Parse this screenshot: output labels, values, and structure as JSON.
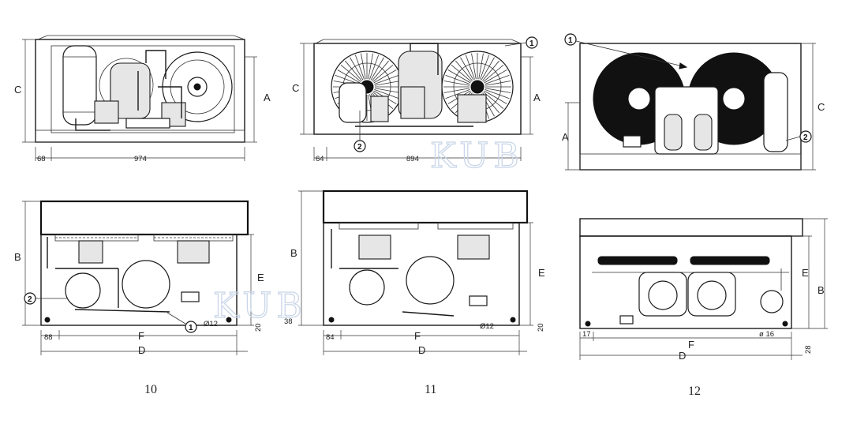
{
  "watermark": "KUB",
  "figures": [
    {
      "caption": "10",
      "front_labels": {
        "c": "C",
        "a": "A",
        "left_offset": "68",
        "width": "974"
      },
      "plan_labels": {
        "b": "B",
        "e": "E",
        "f": "F",
        "d": "D",
        "left_offset": "88",
        "hole": "Ø12",
        "bottom_offset": "20"
      },
      "callouts": [
        "2",
        "1"
      ]
    },
    {
      "caption": "11",
      "front_labels": {
        "c": "C",
        "a": "A",
        "left_offset": "64",
        "width": "894"
      },
      "plan_labels": {
        "b": "B",
        "e": "E",
        "f": "F",
        "d": "D",
        "left_offset": "84",
        "side_offset": "38",
        "hole": "Ø12",
        "bottom_offset": "20"
      },
      "callouts": [
        "1",
        "2"
      ]
    },
    {
      "caption": "12",
      "front_labels": {
        "c": "C",
        "a": "A"
      },
      "plan_labels": {
        "b": "B",
        "e": "E",
        "f": "F",
        "d": "D",
        "left_offset": "17",
        "hole": "ø 16",
        "bottom_offset": "28"
      },
      "callouts": [
        "1",
        "2"
      ]
    }
  ]
}
